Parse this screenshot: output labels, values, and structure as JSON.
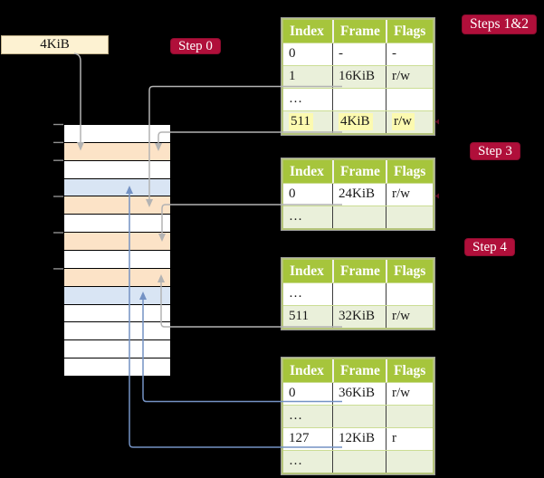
{
  "frame_size_label": {
    "text": "4KiB"
  },
  "step_badges": {
    "step0": "Step 0",
    "steps12": "Steps 1&2",
    "step3": "Step 3",
    "step4": "Step 4"
  },
  "memory_column": {
    "rows": [
      "white",
      "peach",
      "white",
      "blue",
      "peach",
      "white",
      "peach",
      "white",
      "peach",
      "blue",
      "white",
      "white",
      "white",
      "white"
    ]
  },
  "page_tables": [
    {
      "headers": [
        "Index",
        "Frame",
        "Flags"
      ],
      "rows": [
        {
          "index": "0",
          "frame": "-",
          "flags": "-"
        },
        {
          "index": "1",
          "frame": "16KiB",
          "flags": "r/w"
        },
        {
          "index": "…",
          "frame": "",
          "flags": ""
        },
        {
          "index": "511",
          "frame": "4KiB",
          "flags": "r/w",
          "highlighted": true
        }
      ]
    },
    {
      "headers": [
        "Index",
        "Frame",
        "Flags"
      ],
      "rows": [
        {
          "index": "0",
          "frame": "24KiB",
          "flags": "r/w"
        },
        {
          "index": "…",
          "frame": "",
          "flags": ""
        }
      ]
    },
    {
      "headers": [
        "Index",
        "Frame",
        "Flags"
      ],
      "rows": [
        {
          "index": "…",
          "frame": "",
          "flags": ""
        },
        {
          "index": "511",
          "frame": "32KiB",
          "flags": "r/w"
        }
      ]
    },
    {
      "headers": [
        "Index",
        "Frame",
        "Flags"
      ],
      "rows": [
        {
          "index": "0",
          "frame": "36KiB",
          "flags": "r/w"
        },
        {
          "index": "…",
          "frame": "",
          "flags": ""
        },
        {
          "index": "127",
          "frame": "12KiB",
          "flags": "r"
        },
        {
          "index": "…",
          "frame": "",
          "flags": ""
        }
      ]
    }
  ],
  "colors": {
    "table_header_bg": "#a6c53c",
    "table_row_shaded": "#eaf0da",
    "highlight": "#fcfab0",
    "memory_peach": "#fce3c7",
    "memory_blue": "#d9e5f4",
    "badge_bg": "#b00f3a",
    "note_box_bg": "#fdf2d2",
    "connector_gray": "#b3b3b3",
    "connector_blue": "#7492c4"
  }
}
